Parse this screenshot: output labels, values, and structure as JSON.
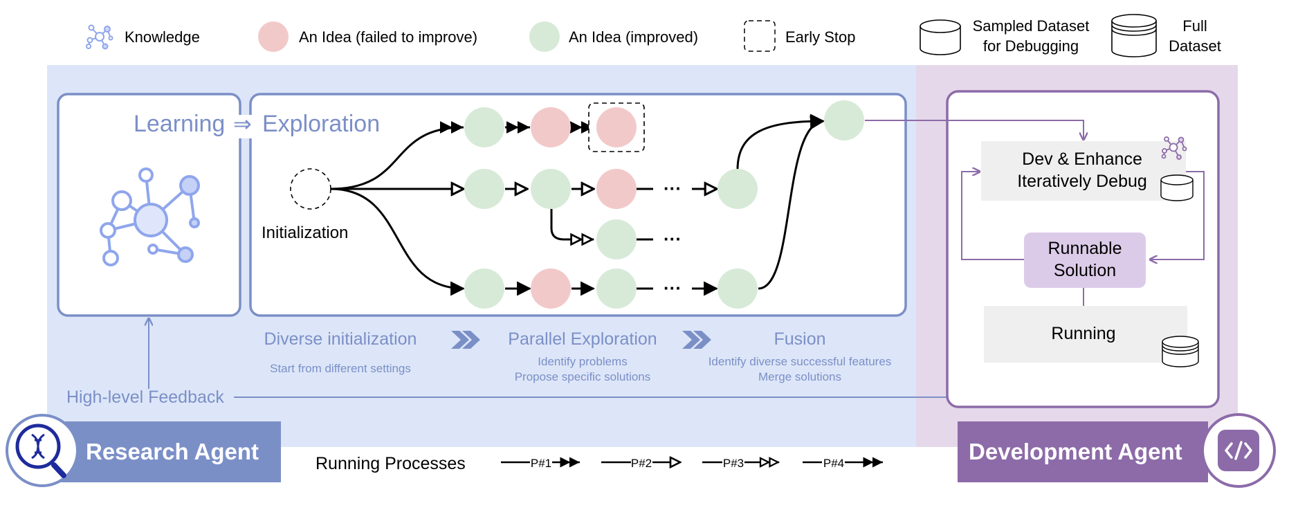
{
  "legend": {
    "knowledge": "Knowledge",
    "idea_failed": "An Idea (failed to improve)",
    "idea_improved": "An Idea (improved)",
    "early_stop": "Early Stop",
    "sampled_dataset_line1": "Sampled Dataset",
    "sampled_dataset_line2": "for Debugging",
    "full_dataset_line1": "Full",
    "full_dataset_line2": "Dataset"
  },
  "research": {
    "title_learning": "Learning",
    "title_arrow": "⇒",
    "title_exploration": "Exploration",
    "initialization": "Initialization",
    "ellipsis": "···",
    "stage_diverse": "Diverse initialization",
    "stage_diverse_desc": "Start from different settings",
    "stage_parallel": "Parallel Exploration",
    "stage_parallel_desc1": "Identify problems",
    "stage_parallel_desc2": "Propose specific solutions",
    "stage_fusion": "Fusion",
    "stage_fusion_desc1": "Identify diverse successful features",
    "stage_fusion_desc2": "Merge solutions",
    "feedback": "High-level Feedback",
    "agent_label": "Research Agent"
  },
  "development": {
    "dev_line1": "Dev & Enhance",
    "dev_line2": "Iteratively Debug",
    "runnable_line1": "Runnable",
    "runnable_line2": "Solution",
    "running": "Running",
    "agent_label": "Development Agent"
  },
  "processes": {
    "label": "Running Processes",
    "p1": "P#1",
    "p2": "P#2",
    "p3": "P#3",
    "p4": "P#4"
  },
  "colors": {
    "research_bg": "#dde6f8",
    "dev_bg": "#e5d8ea",
    "research_accent": "#7b8fc7",
    "dev_accent": "#8c6ba8",
    "idea_failed": "#f2c9c9",
    "idea_improved": "#d7ead7",
    "knowledge_icon": "#8fa6ec"
  }
}
